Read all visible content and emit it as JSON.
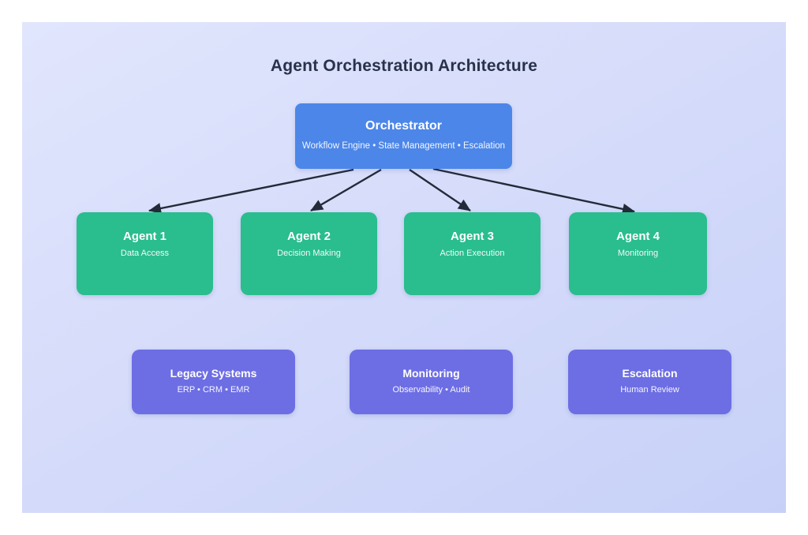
{
  "title": "Agent Orchestration Architecture",
  "colors": {
    "panel_gradient_start": "#e1e6fd",
    "panel_gradient_end": "#c7d1f8",
    "orchestrator_fill": "#4c86e8",
    "agent_fill": "#2abd8e",
    "system_fill": "#6d6ee4",
    "arrow": "#232b39",
    "title_text": "#28324a",
    "node_text": "#ffffff"
  },
  "nodes": {
    "orchestrator": {
      "title": "Orchestrator",
      "subtitle": "Workflow Engine • State Management • Escalation"
    },
    "agent1": {
      "title": "Agent 1",
      "subtitle": "Data Access"
    },
    "agent2": {
      "title": "Agent 2",
      "subtitle": "Decision Making"
    },
    "agent3": {
      "title": "Agent 3",
      "subtitle": "Action Execution"
    },
    "agent4": {
      "title": "Agent 4",
      "subtitle": "Monitoring"
    },
    "legacy": {
      "title": "Legacy Systems",
      "subtitle": "ERP • CRM • EMR"
    },
    "monitoring": {
      "title": "Monitoring",
      "subtitle": "Observability • Audit"
    },
    "escalation": {
      "title": "Escalation",
      "subtitle": "Human Review"
    }
  },
  "edges": [
    {
      "from": "Orchestrator",
      "to": "Agent 1"
    },
    {
      "from": "Orchestrator",
      "to": "Agent 2"
    },
    {
      "from": "Orchestrator",
      "to": "Agent 3"
    },
    {
      "from": "Orchestrator",
      "to": "Agent 4"
    }
  ]
}
